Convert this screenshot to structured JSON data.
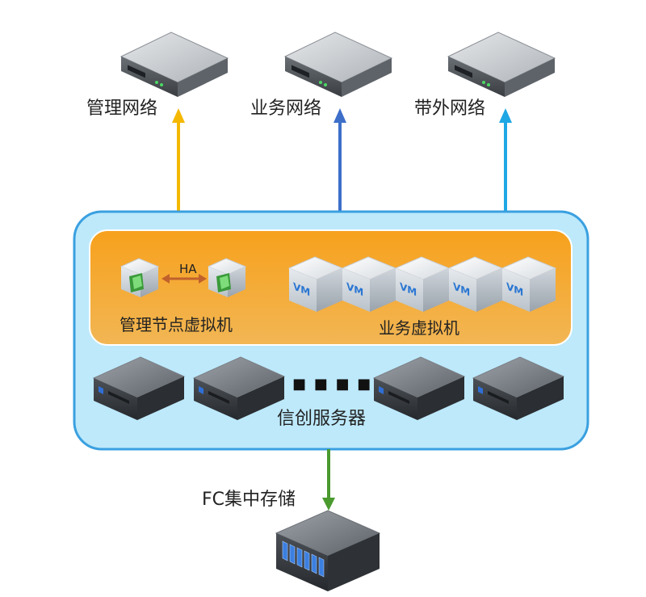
{
  "networks": [
    {
      "label": "管理网络",
      "arrow_color": "#f5b800"
    },
    {
      "label": "业务网络",
      "arrow_color": "#3d6fc9"
    },
    {
      "label": "带外网络",
      "arrow_color": "#1ea7e4"
    }
  ],
  "cluster": {
    "vm_panel": {
      "mgmt_vm_label": "管理节点虚拟机",
      "ha_label": "HA",
      "business_vm_label": "业务虚拟机",
      "vm_badge": "VM",
      "vm_count": 5
    },
    "servers_label": "信创服务器",
    "ellipsis": "■ ■ ■ ■",
    "server_count": 4
  },
  "storage": {
    "label": "FC集中存储",
    "link_color": "#4a9a2e"
  },
  "colors": {
    "outer_fill": "#bde9fb",
    "outer_stroke": "#3aa0e0",
    "panel_fill": "#f6a62a",
    "ha_arrow": "#c0612c"
  }
}
